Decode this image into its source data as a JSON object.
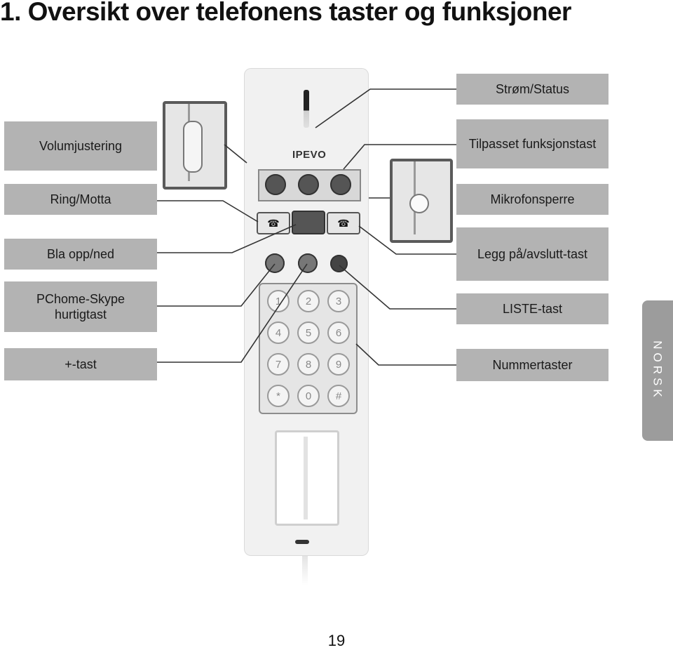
{
  "title": "1. Oversikt over telefonens taster og funksjoner",
  "labels": {
    "volumjustering": "Volumjustering",
    "ring_motta": "Ring/Motta",
    "bla_opp_ned": "Bla opp/ned",
    "pchome_skype_line1": "PChome-Skype",
    "pchome_skype_line2": "hurtigtast",
    "pluss_tast": "+-tast",
    "strom_status": "Strøm/Status",
    "tilpasset_funksjonstast": "Tilpasset funksjonstast",
    "mikrofonsperre": "Mikrofonsperre",
    "legg_pa": "Legg på/avslutt-tast",
    "liste_tast": "LISTE-tast",
    "nummertaster": "Nummertaster"
  },
  "phone": {
    "brand": "IPEVO",
    "keys": [
      "1",
      "2",
      "3",
      "4",
      "5",
      "6",
      "7",
      "8",
      "9",
      "*",
      "0",
      "#"
    ]
  },
  "side_tab": "NORSK",
  "page_number": "19"
}
